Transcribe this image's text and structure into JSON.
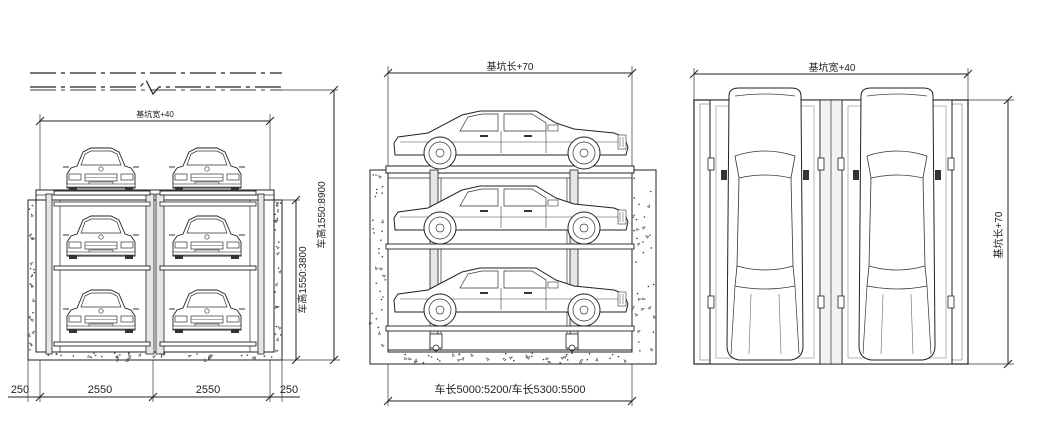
{
  "views": {
    "front": {
      "top_dim": "基坑宽+40",
      "side_dim": "车高1550:3800",
      "total_height_dim": "车高1550:8900",
      "bottom_dims": [
        "250",
        "2550",
        "2550",
        "250"
      ]
    },
    "side": {
      "top_dim": "基坑长+70",
      "bottom_dim": "车长5000:5200/车长5300:5500"
    },
    "plan": {
      "top_dim": "基坑宽+40",
      "side_dim": "基坑长+70"
    }
  }
}
